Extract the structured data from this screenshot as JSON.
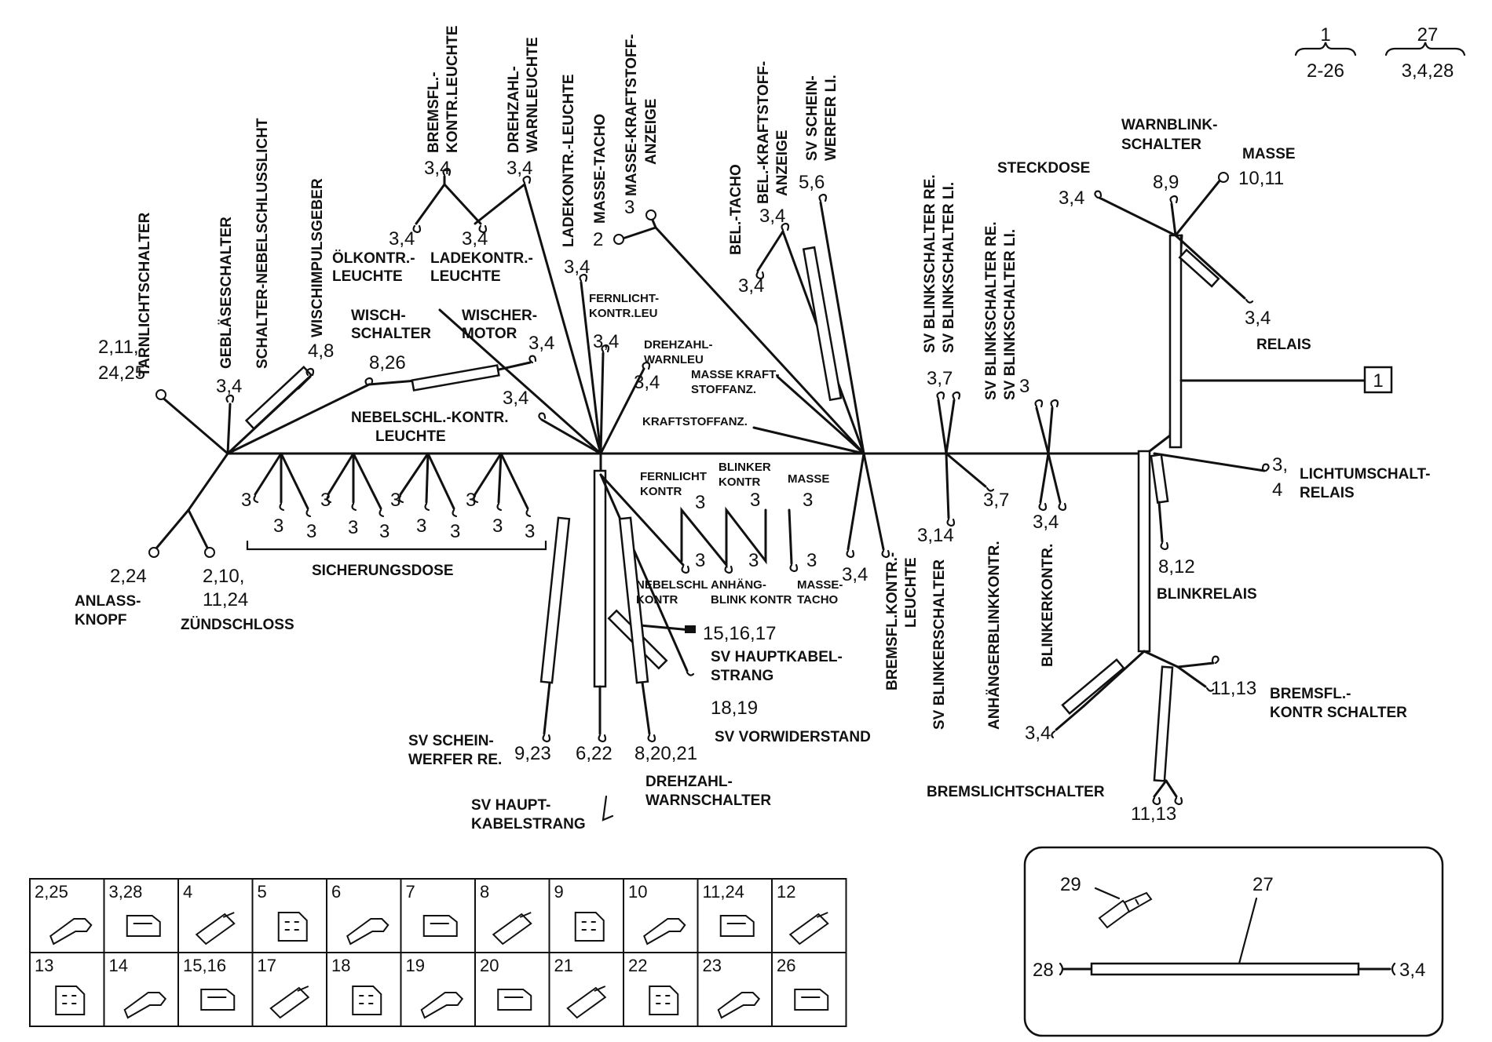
{
  "legend": {
    "group_a": {
      "top": "1",
      "bottom": "2-26"
    },
    "group_b": {
      "top": "27",
      "bottom": "3,4,28"
    }
  },
  "box_ref": "1",
  "vertical_labels": [
    {
      "id": "tarnlicht",
      "text": "TARNLICHTSCHALTER"
    },
    {
      "id": "geblaese",
      "text": "GEBLÄSESCHALTER"
    },
    {
      "id": "nebelschluss",
      "text": "SCHALTER-NEBELSCHLUSSLICHT"
    },
    {
      "id": "wischimpuls",
      "text": "WISCHIMPULSGEBER"
    },
    {
      "id": "bremsfl1",
      "text": "BREMSFL.-"
    },
    {
      "id": "bremsfl2",
      "text": "KONTR.LEUCHTE"
    },
    {
      "id": "drehzahl1",
      "text": "DREHZAHL-"
    },
    {
      "id": "drehzahl2",
      "text": "WARNLEUCHTE"
    },
    {
      "id": "ladekontr",
      "text": "LADEKONTR.-LEUCHTE"
    },
    {
      "id": "massetacho",
      "text": "MASSE-TACHO"
    },
    {
      "id": "massekraft1",
      "text": "MASSE-KRAFTSTOFF-"
    },
    {
      "id": "massekraft2",
      "text": "ANZEIGE"
    },
    {
      "id": "beltacho",
      "text": "BEL.-TACHO"
    },
    {
      "id": "belkraft1",
      "text": "BEL.-KRAFTSTOFF-"
    },
    {
      "id": "belkraft2",
      "text": "ANZEIGE"
    },
    {
      "id": "svschein1",
      "text": "SV SCHEIN-"
    },
    {
      "id": "svschein2",
      "text": "WERFER LI."
    },
    {
      "id": "svblink1",
      "text": "SV BLINKSCHALTER RE."
    },
    {
      "id": "svblink2",
      "text": "SV BLINKSCHALTER LI."
    },
    {
      "id": "svblink3",
      "text": "SV BLINKSCHALTER RE."
    },
    {
      "id": "svblink4",
      "text": "SV BLINKSCHALTER LI."
    },
    {
      "id": "bremsflk1",
      "text": "BREMSFL.KONTR.-"
    },
    {
      "id": "bremsflk2",
      "text": "LEUCHTE"
    },
    {
      "id": "svblinkers",
      "text": "SV BLINKERSCHALTER"
    },
    {
      "id": "anhaenger",
      "text": "ANHÄNGERBLINKKONTR."
    },
    {
      "id": "blinkerk",
      "text": "BLINKERKONTR."
    }
  ],
  "labels": [
    {
      "id": "l_wisch1",
      "text": "WISCH-"
    },
    {
      "id": "l_wisch2",
      "text": "SCHALTER"
    },
    {
      "id": "l_wischer1",
      "text": "WISCHER-"
    },
    {
      "id": "l_wischer2",
      "text": "MOTOR"
    },
    {
      "id": "l_oel1",
      "text": "ÖLKONTR.-"
    },
    {
      "id": "l_oel2",
      "text": "LEUCHTE"
    },
    {
      "id": "l_lade1",
      "text": "LADEKONTR.-"
    },
    {
      "id": "l_lade2",
      "text": "LEUCHTE"
    },
    {
      "id": "l_nebel1",
      "text": "NEBELSCHL.-KONTR."
    },
    {
      "id": "l_nebel2",
      "text": "LEUCHTE"
    },
    {
      "id": "l_siche",
      "text": "SICHERUNGSDOSE"
    },
    {
      "id": "l_anlass1",
      "text": "ANLASS-"
    },
    {
      "id": "l_anlass2",
      "text": "KNOPF"
    },
    {
      "id": "l_zuend",
      "text": "ZÜNDSCHLOSS"
    },
    {
      "id": "l_steck",
      "text": "STECKDOSE"
    },
    {
      "id": "l_warn1",
      "text": "WARNBLINK-"
    },
    {
      "id": "l_warn2",
      "text": "SCHALTER"
    },
    {
      "id": "l_masse",
      "text": "MASSE"
    },
    {
      "id": "l_relais",
      "text": "RELAIS"
    },
    {
      "id": "l_licht1",
      "text": "LICHTUMSCHALT-"
    },
    {
      "id": "l_licht2",
      "text": "RELAIS"
    },
    {
      "id": "l_blinkrel",
      "text": "BLINKRELAIS"
    },
    {
      "id": "l_bremsk1",
      "text": "BREMSFL.-"
    },
    {
      "id": "l_bremsk2",
      "text": "KONTR SCHALTER"
    },
    {
      "id": "l_bremss",
      "text": "BREMSLICHTSCHALTER"
    },
    {
      "id": "l_svhk1",
      "text": "SV HAUPTKABEL-"
    },
    {
      "id": "l_svhk2",
      "text": "STRANG"
    },
    {
      "id": "l_svvor",
      "text": "SV VORWIDERSTAND"
    },
    {
      "id": "l_svsch1",
      "text": "SV SCHEIN-"
    },
    {
      "id": "l_svsch2",
      "text": "WERFER RE."
    },
    {
      "id": "l_svh1",
      "text": "SV HAUPT-"
    },
    {
      "id": "l_svh2",
      "text": "KABELSTRANG"
    },
    {
      "id": "l_dws1",
      "text": "DREHZAHL-"
    },
    {
      "id": "l_dws2",
      "text": "WARNSCHALTER"
    }
  ],
  "small_labels": [
    {
      "id": "s_fern1",
      "text": "FERNLICHT-"
    },
    {
      "id": "s_fern2",
      "text": "KONTR.LEU"
    },
    {
      "id": "s_dreh1",
      "text": "DREHZAHL-"
    },
    {
      "id": "s_dreh2",
      "text": "WARNLEU"
    },
    {
      "id": "s_mk1",
      "text": "MASSE KRAFT-"
    },
    {
      "id": "s_mk2",
      "text": "STOFFANZ."
    },
    {
      "id": "s_kraft",
      "text": "KRAFTSTOFFANZ."
    },
    {
      "id": "s_fk1",
      "text": "FERNLICHT"
    },
    {
      "id": "s_fk2",
      "text": "KONTR"
    },
    {
      "id": "s_bk1",
      "text": "BLINKER"
    },
    {
      "id": "s_bk2",
      "text": "KONTR"
    },
    {
      "id": "s_masse",
      "text": "MASSE"
    },
    {
      "id": "s_neb1",
      "text": "NEBELSCHL"
    },
    {
      "id": "s_neb2",
      "text": "KONTR"
    },
    {
      "id": "s_anh1",
      "text": "ANHÄNG-"
    },
    {
      "id": "s_anh2",
      "text": "BLINK KONTR"
    },
    {
      "id": "s_mt1",
      "text": "MASSE-"
    },
    {
      "id": "s_mt2",
      "text": "TACHO"
    }
  ],
  "numbers": [
    {
      "id": "n1",
      "text": "2,11,"
    },
    {
      "id": "n2",
      "text": "24,25"
    },
    {
      "id": "n3",
      "text": "3,4"
    },
    {
      "id": "n4",
      "text": "4,8"
    },
    {
      "id": "n5",
      "text": "8,26"
    },
    {
      "id": "n6",
      "text": "3,4"
    },
    {
      "id": "n7",
      "text": "3,4"
    },
    {
      "id": "n8",
      "text": "3,4"
    },
    {
      "id": "n9",
      "text": "3,4"
    },
    {
      "id": "n10",
      "text": "3,4"
    },
    {
      "id": "n11",
      "text": "3,4"
    },
    {
      "id": "n12",
      "text": "3"
    },
    {
      "id": "n13",
      "text": "2"
    },
    {
      "id": "n14",
      "text": "3,4"
    },
    {
      "id": "n15",
      "text": "3,4"
    },
    {
      "id": "n16",
      "text": "3,4"
    },
    {
      "id": "n17",
      "text": "3,4"
    },
    {
      "id": "n18",
      "text": "3,4"
    },
    {
      "id": "n19",
      "text": "5,6"
    },
    {
      "id": "n20",
      "text": "3,7"
    },
    {
      "id": "n21",
      "text": "3"
    },
    {
      "id": "n22",
      "text": "3,4"
    },
    {
      "id": "n23",
      "text": "8,9"
    },
    {
      "id": "n24",
      "text": "10,11"
    },
    {
      "id": "n25",
      "text": "3,4"
    },
    {
      "id": "n26",
      "text": "3,"
    },
    {
      "id": "n27",
      "text": "4"
    },
    {
      "id": "n28",
      "text": "3,7"
    },
    {
      "id": "n29",
      "text": "3,14"
    },
    {
      "id": "n30",
      "text": "3,4"
    },
    {
      "id": "n31",
      "text": "3,4"
    },
    {
      "id": "n32",
      "text": "8,12"
    },
    {
      "id": "n33",
      "text": "11,13"
    },
    {
      "id": "n34",
      "text": "3,4"
    },
    {
      "id": "n35",
      "text": "11,13"
    },
    {
      "id": "n36",
      "text": "2,24"
    },
    {
      "id": "n37",
      "text": "2,10,"
    },
    {
      "id": "n38",
      "text": "11,24"
    },
    {
      "id": "n39",
      "text": "3"
    },
    {
      "id": "n40",
      "text": "3"
    },
    {
      "id": "n41",
      "text": "3"
    },
    {
      "id": "n42",
      "text": "3"
    },
    {
      "id": "n43",
      "text": "3"
    },
    {
      "id": "n44",
      "text": "3"
    },
    {
      "id": "n45",
      "text": "3"
    },
    {
      "id": "n46",
      "text": "3"
    },
    {
      "id": "n47",
      "text": "3"
    },
    {
      "id": "n48",
      "text": "3"
    },
    {
      "id": "n49",
      "text": "3"
    },
    {
      "id": "n50",
      "text": "3"
    },
    {
      "id": "n51",
      "text": "3"
    },
    {
      "id": "n52",
      "text": "3"
    },
    {
      "id": "n53",
      "text": "3"
    },
    {
      "id": "n54",
      "text": "3"
    },
    {
      "id": "n55",
      "text": "3"
    },
    {
      "id": "n56",
      "text": "3"
    },
    {
      "id": "n57",
      "text": "15,16,17"
    },
    {
      "id": "n58",
      "text": "18,19"
    },
    {
      "id": "n59",
      "text": "9,23"
    },
    {
      "id": "n60",
      "text": "6,22"
    },
    {
      "id": "n61",
      "text": "8,20,21"
    }
  ],
  "parts_table": [
    "2,25",
    "3,28",
    "4",
    "5",
    "6",
    "7",
    "8",
    "9",
    "10",
    "11,24",
    "12",
    "13",
    "14",
    "15,16",
    "17",
    "18",
    "19",
    "20",
    "21",
    "22",
    "23",
    "26"
  ],
  "inset": {
    "part_a": "29",
    "part_b": "27",
    "end_left": "28",
    "end_right": "3,4"
  }
}
